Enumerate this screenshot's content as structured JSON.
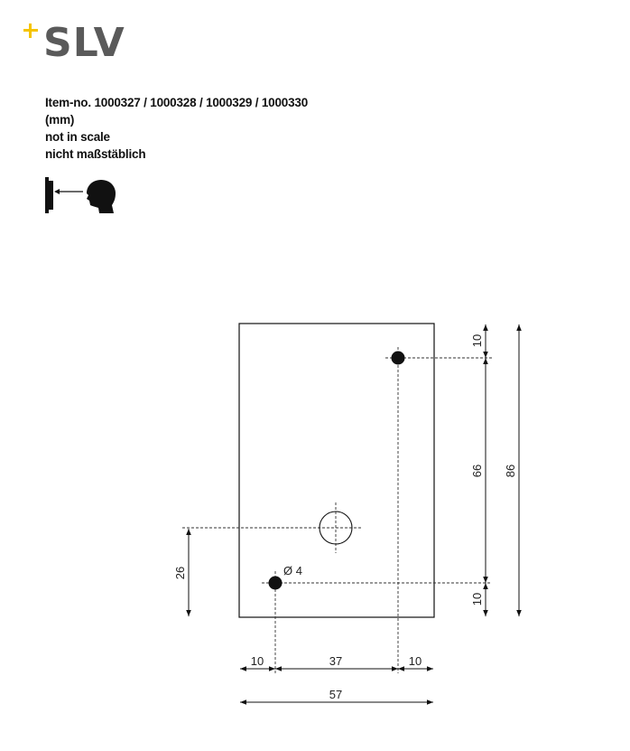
{
  "brand": {
    "name": "SLV",
    "star_color": "#f5c400",
    "text_color": "#5a5a5a"
  },
  "header": {
    "item_line": "Item-no. 1000327 / 1000328 / 1000329 / 1000330",
    "unit_line": "(mm)",
    "scale_en": "not in scale",
    "scale_de": "nicht maßstäblich"
  },
  "icons": {
    "mounting": "wall-mount-viewer-icon"
  },
  "dimensions": {
    "top_margin": "10",
    "hole_spacing_vertical": "66",
    "total_height": "86",
    "bottom_margin": "10",
    "center_height": "26",
    "hole_diameter": "Ø 4",
    "left_margin": "10",
    "hole_spacing_horizontal": "37",
    "right_margin": "10",
    "total_width": "57"
  }
}
